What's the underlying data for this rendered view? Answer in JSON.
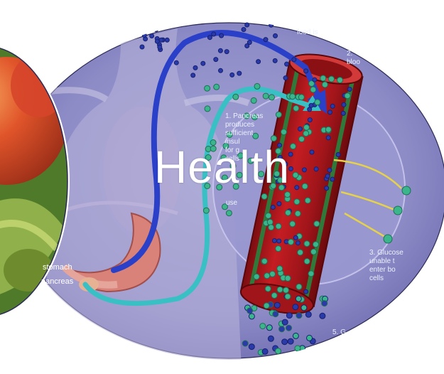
{
  "title": "Health",
  "colors": {
    "oval_fill": "#8f8cc8",
    "oval_border": "#ffffff",
    "vessel_red": "#b0161c",
    "vessel_dark": "#7a0d10",
    "arrow_blue": "#2a40c8",
    "arrow_cyan": "#38c0c4",
    "glucose_teal": "#3ab58c",
    "insulin_blue": "#2a3aa8",
    "fruit_orange": "#e8622a"
  },
  "diagram_labels": {
    "top_right": "food is",
    "top_right_2": "2.\nbloo",
    "pancreas_text": "1. Pancreas\nproduces\nsufficient\ninsul\nfor g\ncells",
    "use_text": "use",
    "right_mid": "3. Glucose\nunable t\nenter bo\ncells",
    "stomach": "stomach",
    "pancreas": "pancreas",
    "bottom_right": "5. G"
  }
}
